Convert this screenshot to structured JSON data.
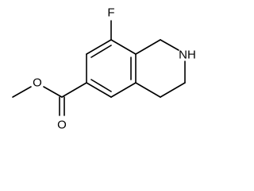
{
  "molecule": {
    "atom_labels": {
      "fluorine": "F",
      "amine": "NH",
      "ester_carbonyl_oxygen": "O",
      "ester_ether_oxygen": "O"
    },
    "colors": {
      "bond": "#000000",
      "label": "#000000",
      "background": "#ffffff"
    }
  }
}
